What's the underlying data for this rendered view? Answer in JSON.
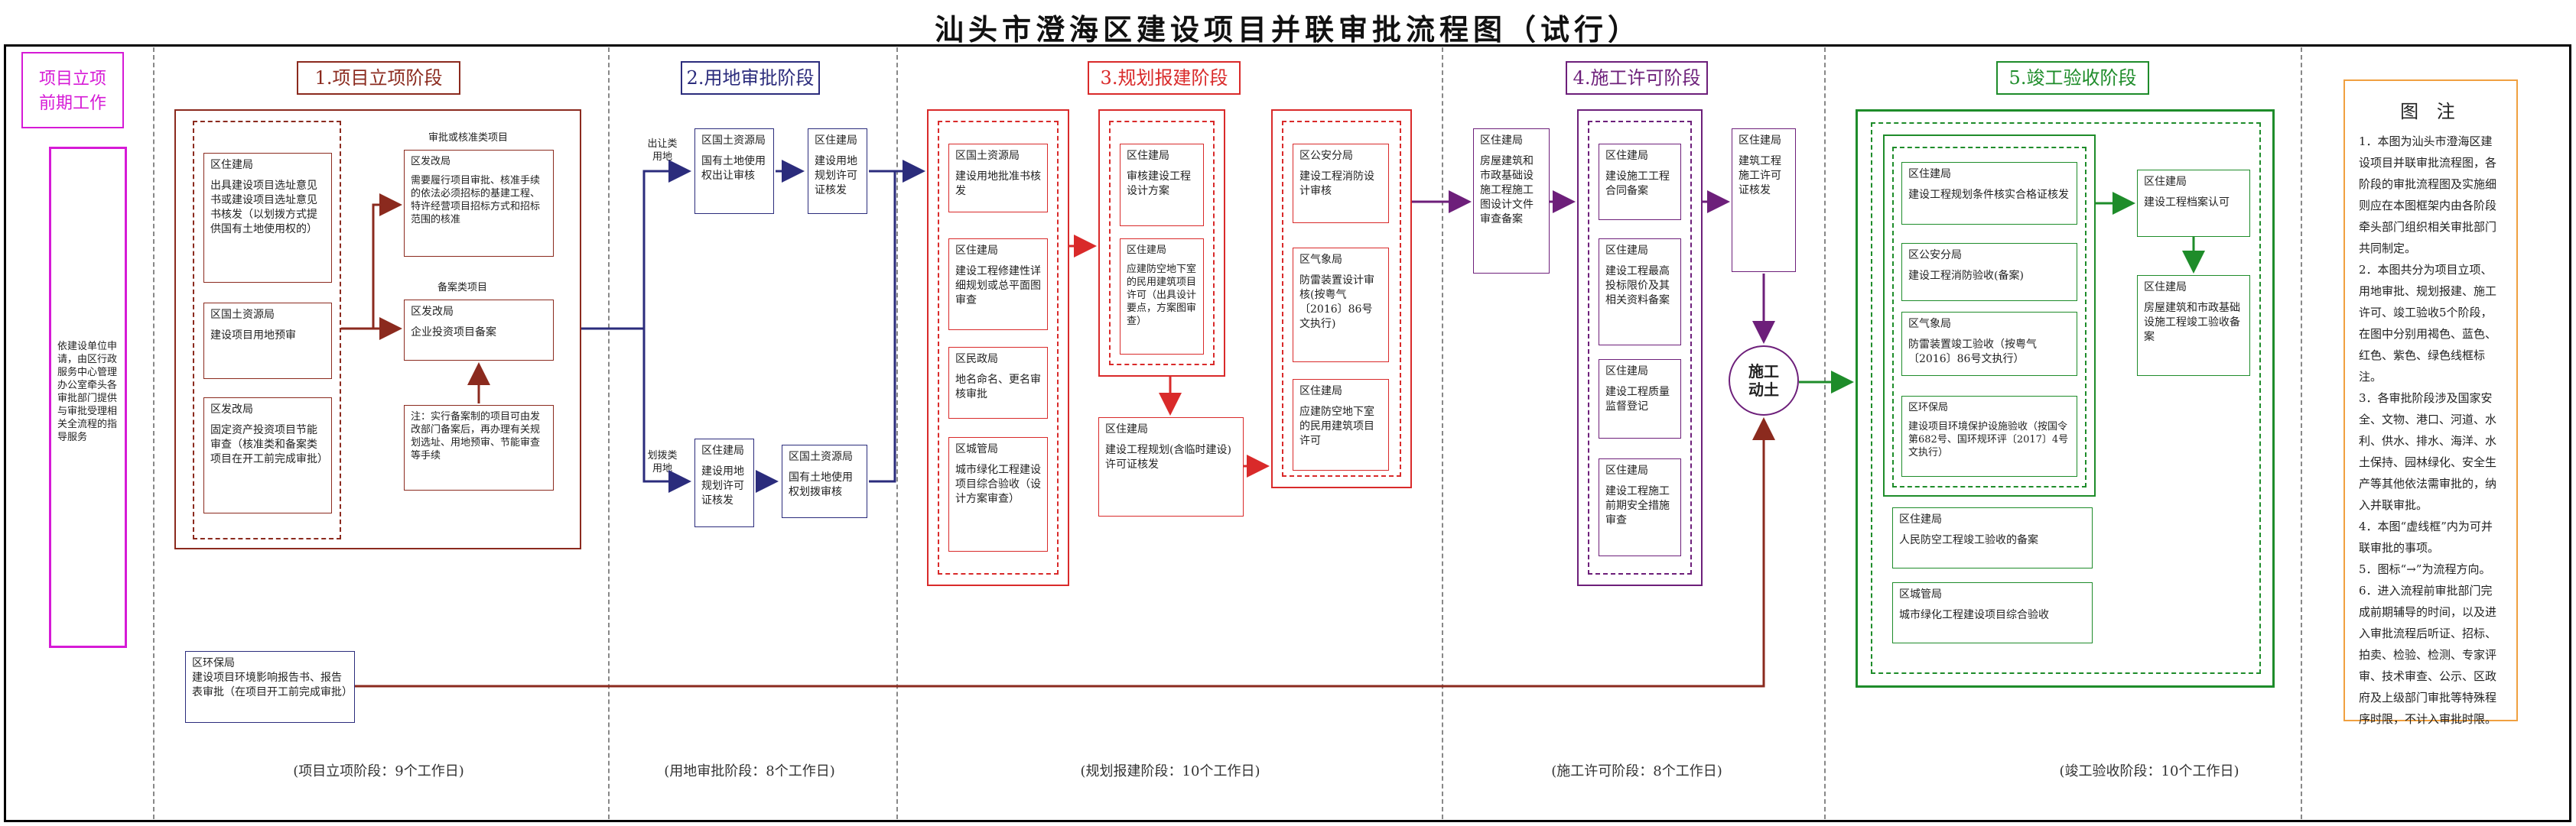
{
  "title": "汕头市澄海区建设项目并联审批流程图（试行）",
  "prework": {
    "title_line1": "项目立项",
    "title_line2": "前期工作",
    "text": "依建设单位申请，由区行政服务中心管理办公室牵头各审批部门提供与审批受理相关全流程的指导服务"
  },
  "stages": {
    "s1": "1.项目立项阶段",
    "s2": "2.用地审批阶段",
    "s3": "3.规划报建阶段",
    "s4": "4.施工许可阶段",
    "s5": "5.竣工验收阶段"
  },
  "footers": {
    "f1": "(项目立项阶段：9个工作日)",
    "f2": "(用地审批阶段：8个工作日)",
    "f3": "(规划报建阶段：10个工作日)",
    "f4": "(施工许可阶段：8个工作日)",
    "f5": "(竣工验收阶段：10个工作日)"
  },
  "stage1": {
    "b1_hd": "区住建局",
    "b1_tx": "出具建设项目选址意见书或建设项目选址意见书核发（以划拨方式提供国有土地使用权的）",
    "b2_hd": "区国土资源局",
    "b2_tx": "建设项目用地预审",
    "b3_hd": "区发改局",
    "b3_tx": "固定资产投资项目节能审查（核准类和备案类项目在开工前完成审批）",
    "lbl_review": "审批或核准类项目",
    "b4_hd": "区发改局",
    "b4_tx": "需要履行项目审批、核准手续的依法必须招标的基建工程、特许经营项目招标方式和招标范围的核准",
    "lbl_record": "备案类项目",
    "b5_hd": "区发改局",
    "b5_tx": "企业投资项目备案",
    "note": "注：实行备案制的项目可由发改部门备案后，再办理有关规划选址、用地预审、节能审查等手续"
  },
  "stage2": {
    "lbl_sell": "出让类用地",
    "lbl_alloc": "划拨类用地",
    "a1_hd": "区国土资源局",
    "a1_tx": "国有土地使用权出让审核",
    "a2_hd": "区住建局",
    "a2_tx": "建设用地规划许可证核发",
    "a3_hd": "区住建局",
    "a3_tx": "建设用地规划许可证核发",
    "a4_hd": "区国土资源局",
    "a4_tx": "国有土地使用权划拨审核"
  },
  "stage3": {
    "c1_hd": "区国土资源局",
    "c1_tx": "建设用地批准书核发",
    "c2_hd": "区住建局",
    "c2_tx": "建设工程修建性详细规划或总平面图审查",
    "c3_hd": "区民政局",
    "c3_tx": "地名命名、更名审核审批",
    "c4_hd": "区城管局",
    "c4_tx": "城市绿化工程建设项目综合验收（设计方案审查）",
    "d1_hd": "区住建局",
    "d1_tx": "审核建设工程设计方案",
    "d2_hd": "区住建局",
    "d2_tx": "应建防空地下室的民用建筑项目许可（出具设计要点，方案图审查）",
    "e1_hd": "区住建局",
    "e1_tx": "建设工程规划(含临时建设)许可证核发",
    "f1_hd": "区公安分局",
    "f1_tx": "建设工程消防设计审核",
    "f2_hd": "区气象局",
    "f2_tx": "防雷装置设计审核(按粤气〔2016〕86号文执行)",
    "f3_hd": "区住建局",
    "f3_tx": "应建防空地下室的民用建筑项目许可"
  },
  "stage4": {
    "g1_hd": "区住建局",
    "g1_tx": "房屋建筑和市政基础设施工程施工图设计文件审查备案",
    "h1_hd": "区住建局",
    "h1_tx": "建设施工工程合同备案",
    "h2_hd": "区住建局",
    "h2_tx": "建设工程最高投标限价及其相关资料备案",
    "h3_hd": "区住建局",
    "h3_tx": "建设工程质量监督登记",
    "h4_hd": "区住建局",
    "h4_tx": "建设工程施工前期安全措施审查",
    "i1_hd": "区住建局",
    "i1_tx": "建筑工程施工许可证核发",
    "start": "施工动土"
  },
  "stage5": {
    "j1_hd": "区住建局",
    "j1_tx": "建设工程规划条件核实合格证核发",
    "j2_hd": "区公安分局",
    "j2_tx": "建设工程消防验收(备案)",
    "j3_hd": "区气象局",
    "j3_tx": "防雷装置竣工验收（按粤气〔2016〕86号文执行）",
    "j4_hd": "区环保局",
    "j4_tx": "建设项目环境保护设施验收（按国令第682号、国环规环评〔2017〕4号文执行）",
    "k1_hd": "区住建局",
    "k1_tx": "人民防空工程竣工验收的备案",
    "k2_hd": "区城管局",
    "k2_tx": "城市绿化工程建设项目综合验收",
    "l1_hd": "区住建局",
    "l1_tx": "建设工程档案认可",
    "l2_hd": "区住建局",
    "l2_tx": "房屋建筑和市政基础设施工程竣工验收备案"
  },
  "env": {
    "hd": "区环保局",
    "tx": "建设项目环境影响报告书、报告表审批（在项目开工前完成审批）"
  },
  "notes": {
    "title": "图 注",
    "items": [
      "1．本图为汕头市澄海区建设项目并联审批流程图，各阶段的审批流程图及实施细则应在本图框架内由各阶段牵头部门组织相关审批部门共同制定。",
      "2．本图共分为项目立项、用地审批、规划报建、施工许可、竣工验收5个阶段，在图中分别用褐色、蓝色、红色、紫色、绿色线框标注。",
      "3．各审批阶段涉及国家安全、文物、港口、河道、水利、供水、排水、海洋、水土保持、园林绿化、安全生产等其他依法需审批的，纳入并联审批。",
      "4．本图“虚线框”内为可并联审批的事项。",
      "5．图标“→”为流程方向。",
      "6．进入流程前审批部门完成前期辅导的时间，以及进入审批流程后听证、招标、拍卖、检验、检测、专家评审、技术审查、公示、区政府及上级部门审批等特殊程序时限，不计入审批时限。"
    ]
  },
  "colors": {
    "brown": "#8b2a1e",
    "navy": "#2b2c7c",
    "red": "#d92a2a",
    "purple": "#6d1f7a",
    "green": "#1e8c2a",
    "magenta": "#d61ad6",
    "orange": "#f0a040"
  }
}
